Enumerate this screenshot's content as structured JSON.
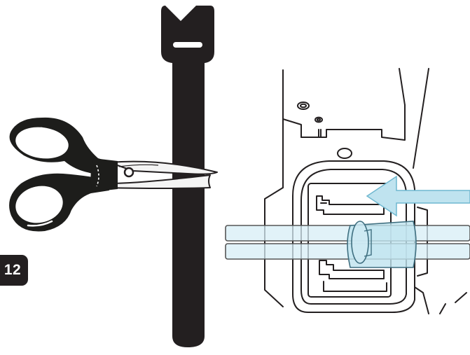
{
  "step": {
    "number": "12"
  },
  "illustration": {
    "colors": {
      "strap": "#231f20",
      "scissors_handle": "#1d1d1b",
      "blade_fill": "#f4f4f4",
      "line_art": "#231f20",
      "arrow_fill": "#bfe3ef",
      "arrow_stroke": "#6fb8d0",
      "cable_fill": "#d7eef5",
      "cable_stroke": "#555555",
      "clip_fill": "#bfe3ef"
    },
    "icons": [
      "scissors-icon",
      "velcro-strap",
      "direction-arrow"
    ]
  }
}
